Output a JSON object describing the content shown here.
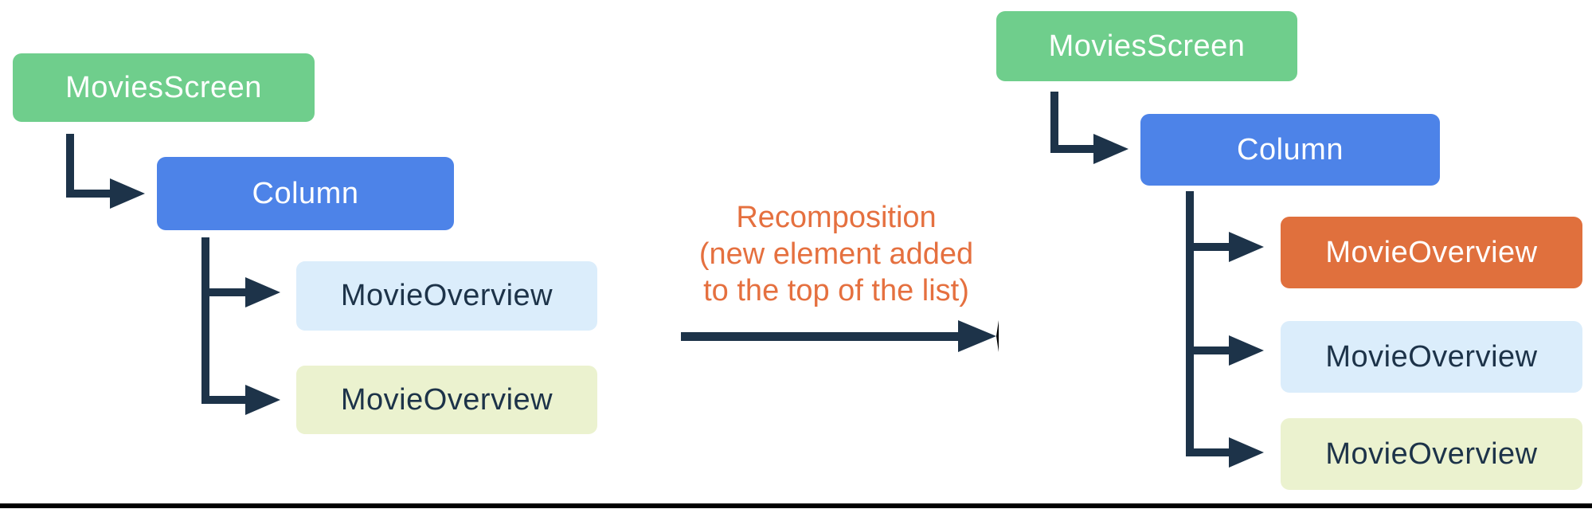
{
  "diagram": {
    "title_hint": "Compose recomposition tree diagram",
    "left_tree": {
      "root": "MoviesScreen",
      "container": "Column",
      "items": [
        "MovieOverview",
        "MovieOverview"
      ]
    },
    "right_tree": {
      "root": "MoviesScreen",
      "container": "Column",
      "items": [
        "MovieOverview",
        "MovieOverview",
        "MovieOverview"
      ]
    },
    "annotation": {
      "line1": "Recomposition",
      "line2": "(new element added",
      "line3": "to the top of the list)"
    },
    "colors": {
      "root_green": "#6FCE8C",
      "container_blue": "#4D83E8",
      "new_item_orange": "#E0703D",
      "item_light_blue": "#DBEDFB",
      "item_light_yellow": "#EBF2CF",
      "connector_navy": "#1D3349",
      "annotation_orange": "#E5703F",
      "bottom_rule_black": "#000000",
      "background": "#FFFFFF"
    }
  }
}
